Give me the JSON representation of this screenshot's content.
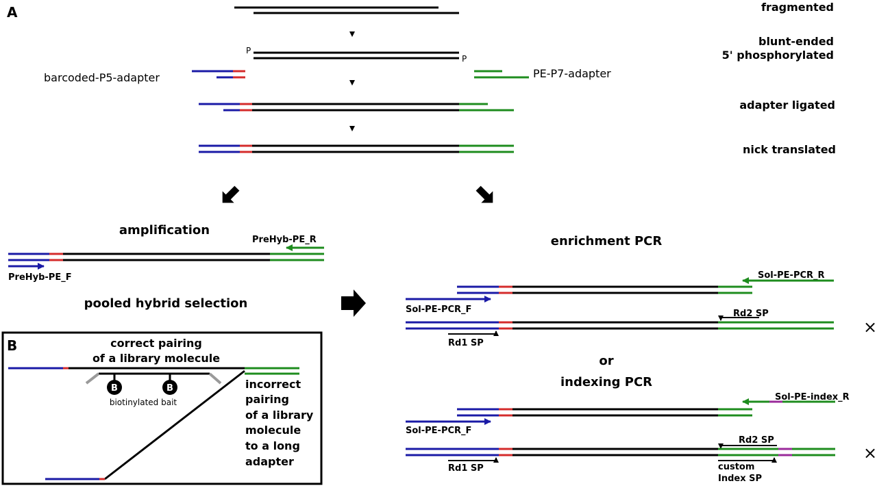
{
  "colors": {
    "black": "#000000",
    "blue": "#1a1aa6",
    "red": "#d42b2b",
    "green": "#1e8c1e",
    "purple": "#9a2a9a",
    "gray": "#9a9a9a"
  },
  "panel_a": {
    "letter": "A",
    "steps": [
      "fragmented",
      "blunt-ended",
      "5' phosphorylated",
      "adapter ligated",
      "nick translated"
    ],
    "phospho": "P",
    "left_adapter": "barcoded-P5-adapter",
    "right_adapter": "PE-P7-adapter"
  },
  "left_branch": {
    "amplification": "amplification",
    "primer_r": "PreHyb-PE_R",
    "primer_f": "PreHyb-PE_F",
    "pooled": "pooled hybrid selection"
  },
  "panel_b": {
    "letter": "B",
    "correct_1": "correct pairing",
    "correct_2": "of a library molecule",
    "bait_label": "biotinylated bait",
    "biotin": "B",
    "incorrect": [
      "incorrect",
      "pairing",
      "of a library",
      "molecule",
      "to a long",
      "adapter"
    ]
  },
  "right_branch": {
    "enrichment": "enrichment PCR",
    "sol_pcr_r": "Sol-PE-PCR_R",
    "sol_pcr_f": "Sol-PE-PCR_F",
    "rd2": "Rd2 SP",
    "rd1": "Rd1 SP",
    "cross": "×",
    "or": "or",
    "indexing": "indexing PCR",
    "sol_index_r": "Sol-PE-index_R",
    "sol_pcr_f2": "Sol-PE-PCR_F",
    "rd2b": "Rd2 SP",
    "rd1b": "Rd1 SP",
    "custom_1": "custom",
    "custom_2": "Index SP",
    "cross2": "×"
  }
}
